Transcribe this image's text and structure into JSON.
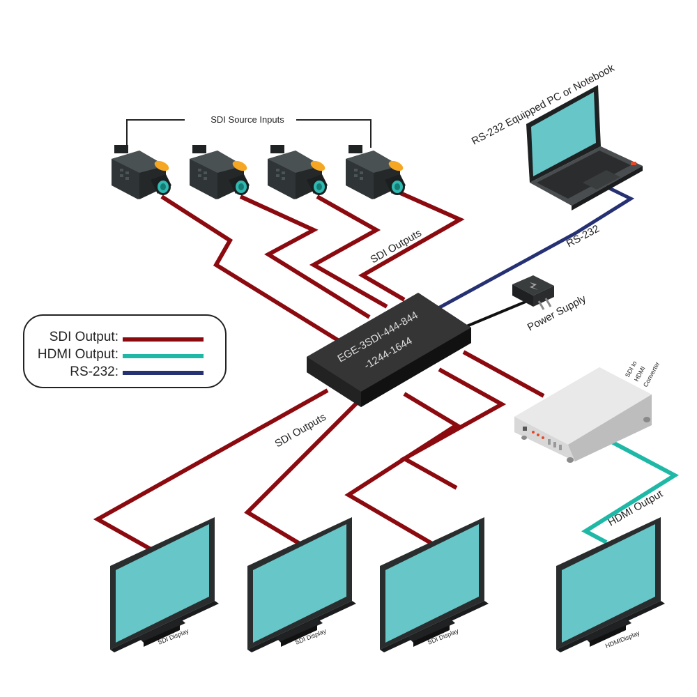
{
  "colors": {
    "sdi": "#8b0a0f",
    "hdmi": "#1fb8a6",
    "rs232": "#263173",
    "screen": "#66c6c8",
    "device": "#2b2b2b"
  },
  "labels": {
    "sdi_source_inputs": "SDI Source Inputs",
    "sdi_outputs_top": "SDI Outputs",
    "sdi_outputs_bottom": "SDI Outputs",
    "rs232_equipped_pc": "RS-232 Equipped PC or Notebook",
    "rs232_cable": "RS-232",
    "power_supply": "Power Supply",
    "device_model_line1": "EGE-3SDI-444-844",
    "device_model_line2": "-1244-1644",
    "converter_line1": "SDI to",
    "converter_line2": "HDMI",
    "converter_line3": "Converter",
    "hdmi_output": "HDMI Output",
    "displays": [
      "SDI Display",
      "SDI Display",
      "SDI Display",
      "HDMIDisplay"
    ]
  },
  "legend": [
    {
      "label": "SDI Output:",
      "color": "#8b0a0f"
    },
    {
      "label": "HDMI Output:",
      "color": "#1fb8a6"
    },
    {
      "label": "RS-232:",
      "color": "#263173"
    }
  ]
}
